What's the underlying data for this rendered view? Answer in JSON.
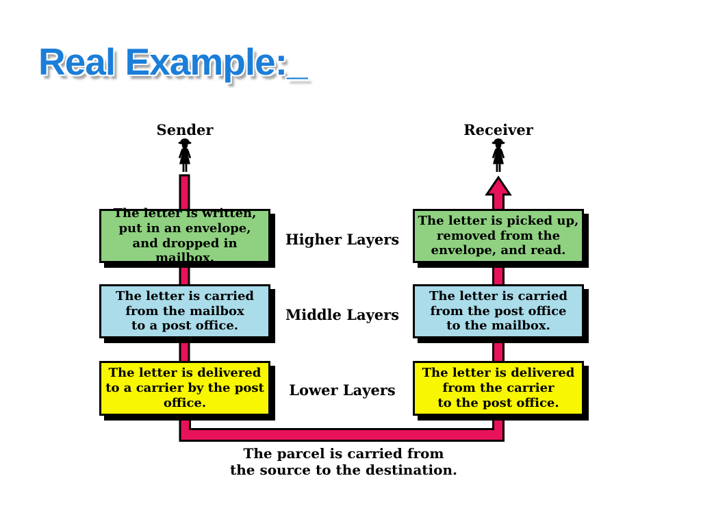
{
  "title": "Real Example:_",
  "colors": {
    "title_blue": "#1b7ed8",
    "box_green": "#8fd181",
    "box_blue": "#aadcea",
    "box_yellow": "#f8f600",
    "arrow_pink": "#e8125a"
  },
  "actors": {
    "sender": "Sender",
    "receiver": "Receiver"
  },
  "icons": {
    "sender": "woman-person-icon",
    "receiver": "woman-person-icon",
    "route": "pink-u-shaped-arrow"
  },
  "rows": [
    {
      "layer": "Higher Layers",
      "sender": "The letter is written,\nput in an envelope,\nand dropped in mailbox.",
      "receiver": "The letter is picked up,\nremoved from the\nenvelope, and read."
    },
    {
      "layer": "Middle Layers",
      "sender": "The letter is carried\nfrom the mailbox\nto a post office.",
      "receiver": "The letter is carried\nfrom the post office\nto the mailbox."
    },
    {
      "layer": "Lower Layers",
      "sender": "The letter is delivered\nto a carrier by the post\noffice.",
      "receiver": "The letter is delivered\nfrom the carrier\nto the post office."
    }
  ],
  "caption": "The parcel is carried from\nthe source to the destination."
}
